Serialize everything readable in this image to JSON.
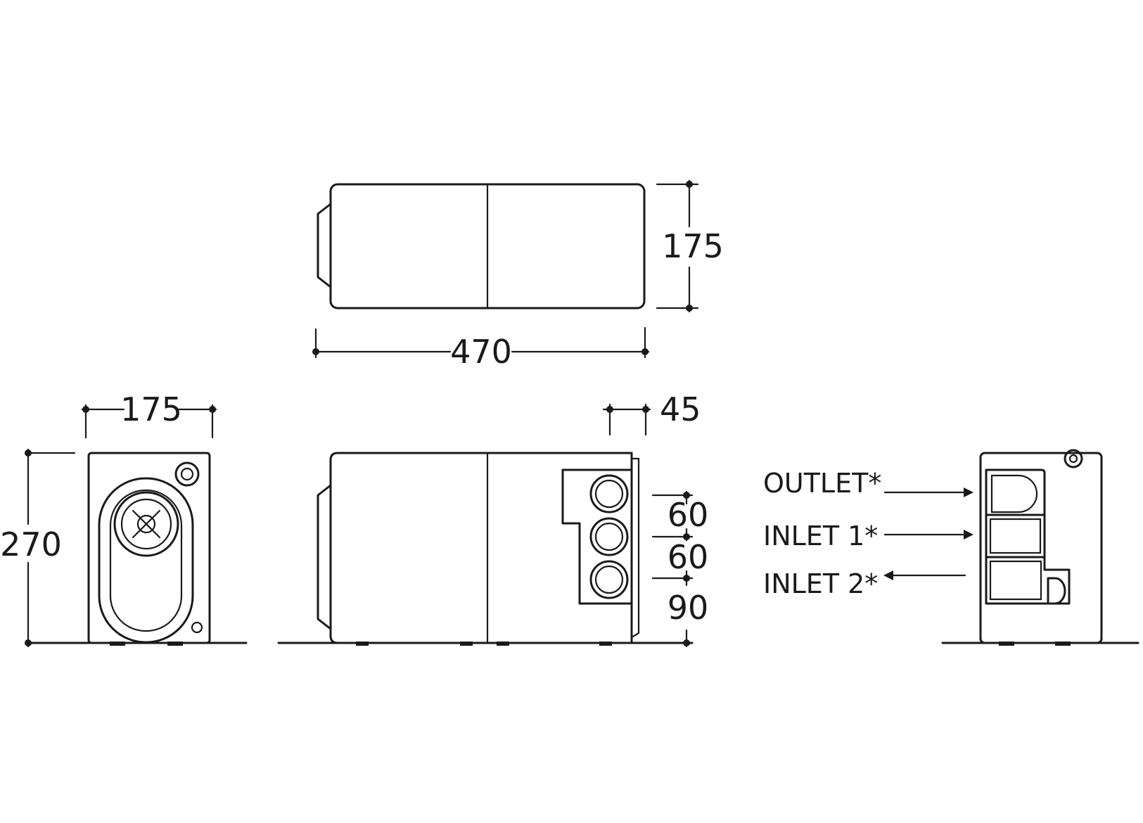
{
  "dimensions": {
    "top_height": "175",
    "top_length": "470",
    "front_width": "175",
    "front_height": "270",
    "side_offset": "45",
    "spacing_1": "60",
    "spacing_2": "60",
    "spacing_3": "90"
  },
  "labels": {
    "outlet": "OUTLET*",
    "inlet_1": "INLET 1*",
    "inlet_2": "INLET 2*"
  },
  "colors": {
    "line": "#1a1a1a",
    "background": "#ffffff"
  }
}
